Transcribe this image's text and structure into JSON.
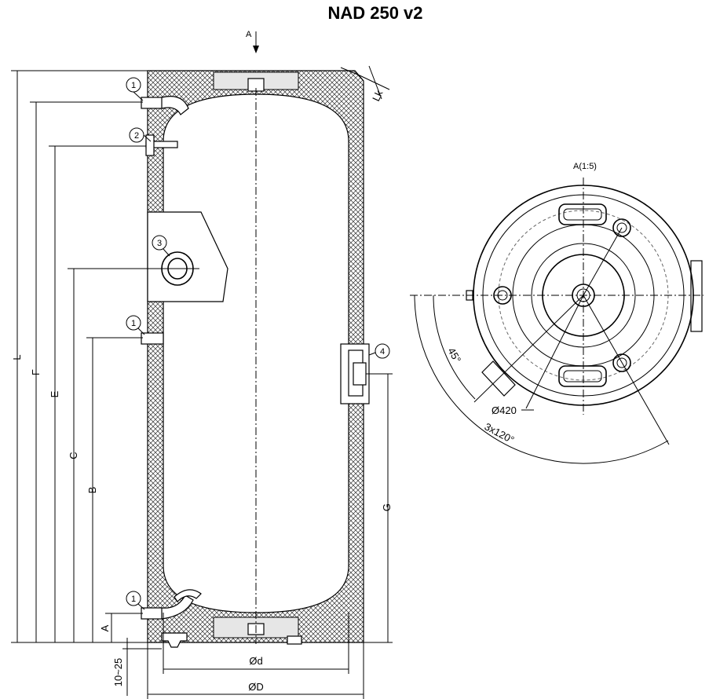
{
  "title": "NAD 250 v2",
  "view_marker": "A",
  "detail_label": "A(1:5)",
  "dimensions": {
    "L": "L",
    "F": "F",
    "E": "E",
    "C": "C",
    "B": "B",
    "A": "A",
    "G": "G",
    "Lk": "Lk",
    "d": "Ød",
    "D": "ØD",
    "gap": "10~25"
  },
  "callouts": [
    "1",
    "2",
    "3",
    "1",
    "4",
    "1"
  ],
  "detail": {
    "angle45": "45°",
    "diameter": "Ø420",
    "pattern": "3x120°"
  }
}
